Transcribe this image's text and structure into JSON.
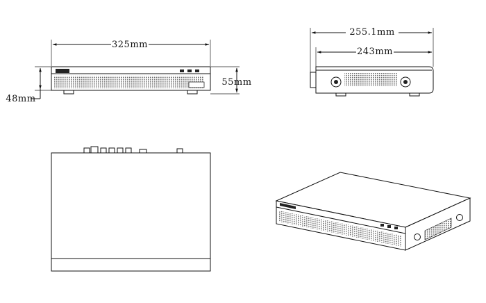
{
  "front_view": {
    "width_label": "325mm",
    "height_label": "55mm",
    "depth_label": "48mm"
  },
  "side_view": {
    "overall_label": "255.1mm",
    "body_label": "243mm"
  },
  "colors": {
    "line": "#111111",
    "vent": "#9a9a9a",
    "background": "#ffffff"
  }
}
